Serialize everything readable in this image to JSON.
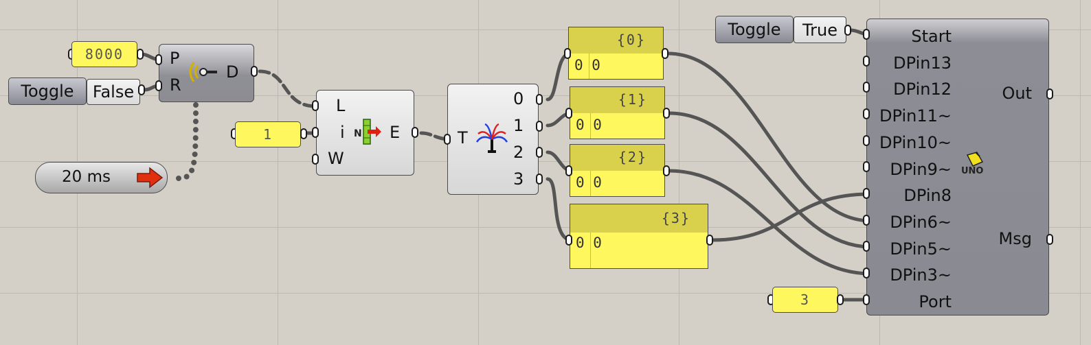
{
  "slider_8000": {
    "value": "8000"
  },
  "toggle_false": {
    "button": "Toggle",
    "value": "False"
  },
  "timer": {
    "interval": "20 ms"
  },
  "data_component": {
    "input_p": "P",
    "input_r": "R",
    "output_d": "D",
    "icon": "antenna-icon"
  },
  "slider_1": {
    "value": "1"
  },
  "list_item": {
    "input_l": "L",
    "input_i": "i",
    "input_w": "W",
    "output_e": "E",
    "icon": "list-item-icon"
  },
  "tree_explode": {
    "input_t": "T",
    "outputs": [
      "0",
      "1",
      "2",
      "3"
    ],
    "icon": "tree-explode-icon"
  },
  "panels": [
    {
      "title": "{0}",
      "value": "0 0"
    },
    {
      "title": "{1}",
      "value": "0 0"
    },
    {
      "title": "{2}",
      "value": "0 0"
    },
    {
      "title": "{3}",
      "value": "0 0"
    }
  ],
  "toggle_true": {
    "button": "Toggle",
    "value": "True"
  },
  "uno_component": {
    "inputs": [
      "Start",
      "DPin13",
      "DPin12",
      "DPin11~",
      "DPin10~",
      "DPin9~",
      "DPin8",
      "DPin6~",
      "DPin5~",
      "DPin3~",
      "Port"
    ],
    "outputs": [
      "Out",
      "Msg"
    ],
    "icon": "arduino-uno-icon",
    "icon_text": "UNO"
  },
  "slider_3": {
    "value": "3"
  },
  "colors": {
    "canvas": "#d4d0c8",
    "panel": "#fff75e",
    "panel_header": "#d9d04c",
    "wire": "#555555",
    "timer_arrow": "#e03010"
  }
}
